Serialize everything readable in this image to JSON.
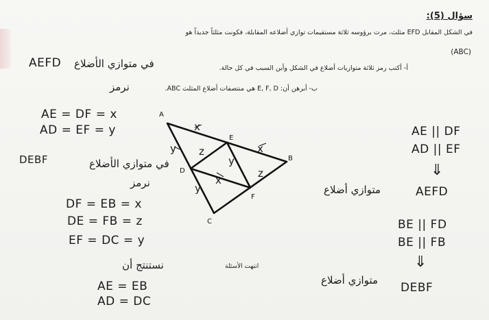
{
  "question": {
    "title": "سؤال (5):",
    "intro": "في الشكل المقابل EFD مثلث، مرت برؤوسه ثلاثة مستقيمات توازي أضلاعه المقابلة، فكونت مثلثاً جديداً هو",
    "abc": "(ABC)",
    "part_a": "أ- أكتب رمز ثلاثة متوازيات أضلاع في الشكل وأين السبب في كل حالة.",
    "part_b": "ب- أبرهن أن: E, F, D هي منتصفات أضلاع المثلث ABC.",
    "end_note": "انتهت الأسئلة"
  },
  "answer_left": {
    "para1_label": "AEFD",
    "para1_text": "في متوازي الأضلاع",
    "symbol_word": "نرمز",
    "eq1": "AE = DF = x",
    "eq2": "AD = EF = y",
    "para2_label": "DEBF",
    "para2_text": "في متوازي الأضلاع",
    "symbol_word2": "نرمز",
    "eq3": "DF = EB = x",
    "eq4": "DE = FB = z",
    "eq5": "EF = DC = y",
    "conclude_word": "نستنتج أن",
    "eq6": "AE = EB",
    "eq7": "AD = DC"
  },
  "answer_right": {
    "par1": "AE || DF",
    "par2": "AD || EF",
    "arrow": "⇓",
    "para_word": "متوازي أضلاع",
    "result1": "AEFD",
    "par3": "BE || FD",
    "par4": "BE || FB",
    "result2": "DEBF"
  },
  "figure": {
    "labels": {
      "A": "A",
      "B": "B",
      "C": "C",
      "D": "D",
      "E": "E",
      "F": "F"
    },
    "marks": {
      "x": "x",
      "y": "y",
      "z": "z"
    }
  }
}
